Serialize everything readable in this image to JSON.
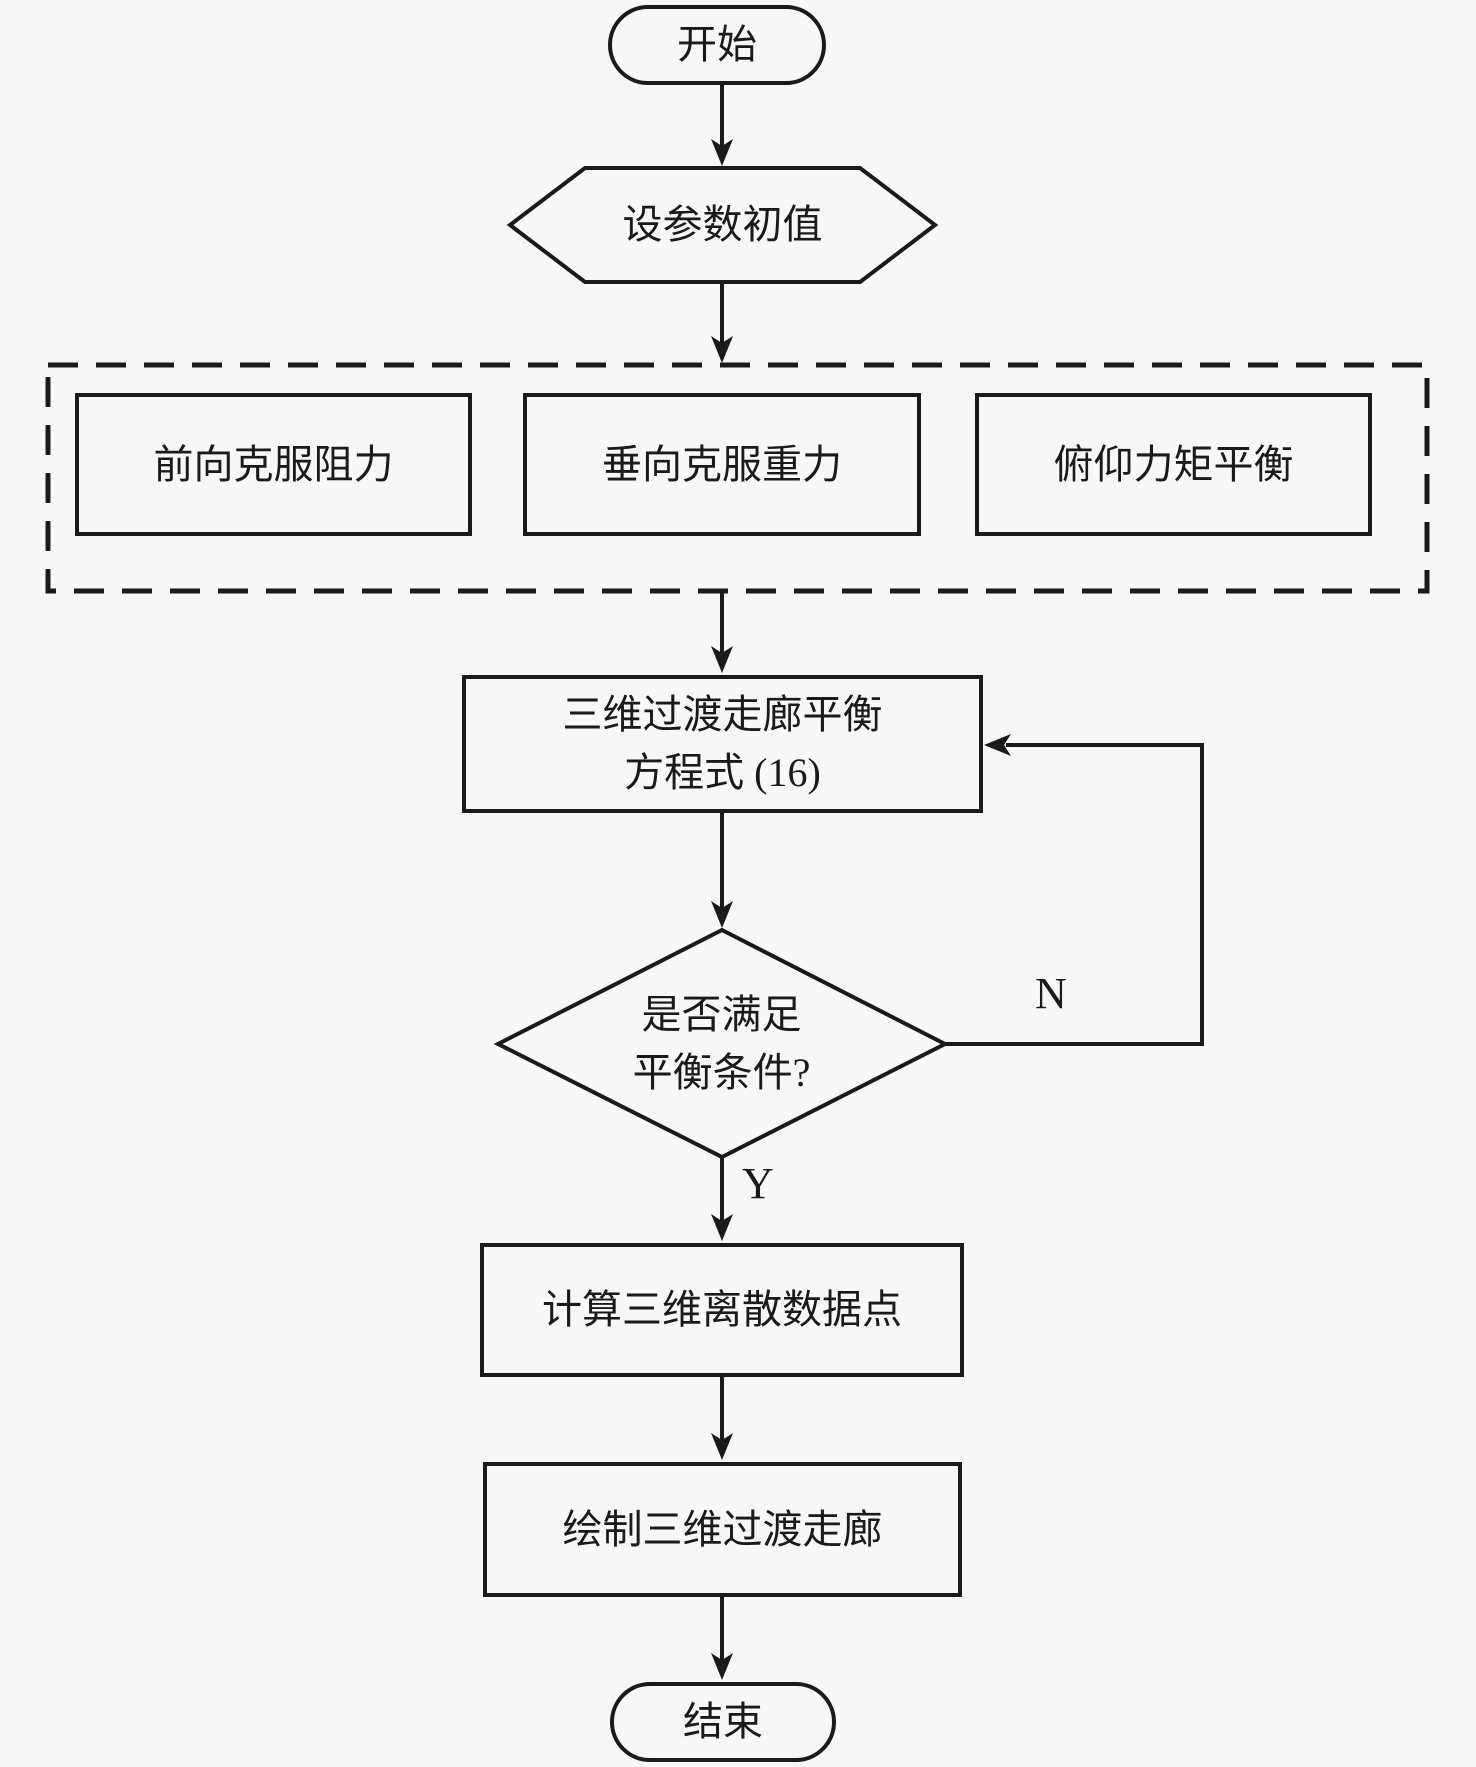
{
  "colors": {
    "background": "#f7f7f7",
    "line": "#1a1a1a"
  },
  "nodes": {
    "start": {
      "label": "开始"
    },
    "init": {
      "label": "设参数初值"
    },
    "constraints": {
      "items": [
        {
          "label": "前向克服阻力"
        },
        {
          "label": "垂向克服重力"
        },
        {
          "label": "俯仰力矩平衡"
        }
      ]
    },
    "equation": {
      "line1": "三维过渡走廊平衡",
      "line2": "方程式 (16)"
    },
    "decision": {
      "line1": "是否满足",
      "line2": "平衡条件?"
    },
    "compute": {
      "label": "计算三维离散数据点"
    },
    "draw": {
      "label": "绘制三维过渡走廊"
    },
    "end": {
      "label": "结束"
    }
  },
  "edges": {
    "yes_label": "Y",
    "no_label": "N"
  }
}
